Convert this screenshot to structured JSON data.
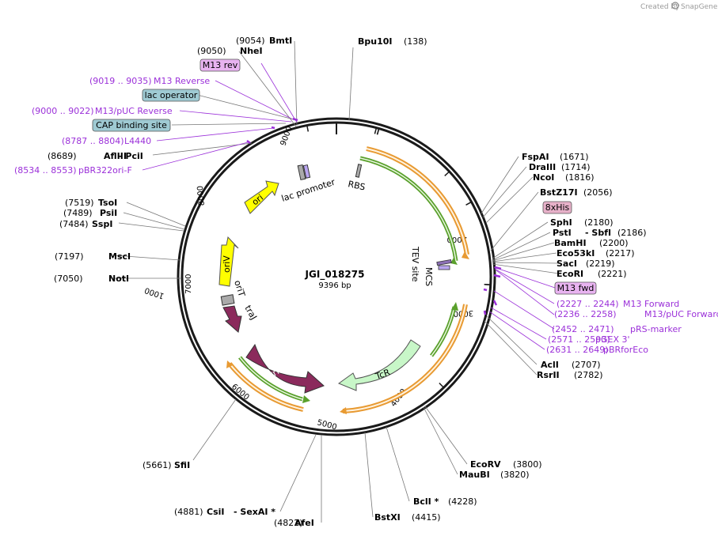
{
  "branding": {
    "created_by": "Created by",
    "app_name": "SnapGene"
  },
  "plasmid": {
    "name": "JGI_018275",
    "length_label": "9396 bp"
  },
  "ticks": [
    "1000",
    "2000",
    "3000",
    "4000",
    "5000",
    "6000",
    "7000",
    "8000",
    "9000"
  ],
  "sites": [
    {
      "name": "Bpu10I",
      "pos": "(138)"
    },
    {
      "name": "FspAI",
      "pos": "(1671)"
    },
    {
      "name": "DraIII",
      "pos": "(1714)"
    },
    {
      "name": "NcoI",
      "pos": "(1816)"
    },
    {
      "name": "BstZ17I",
      "pos": "(2056)"
    },
    {
      "name": "SphI",
      "pos": "(2180)"
    },
    {
      "name": "PstI",
      "extra": "- SbfI",
      "pos": "(2186)"
    },
    {
      "name": "BamHI",
      "pos": "(2200)"
    },
    {
      "name": "Eco53kI",
      "pos": "(2217)"
    },
    {
      "name": "SacI",
      "pos": "(2219)"
    },
    {
      "name": "EcoRI",
      "pos": "(2221)"
    },
    {
      "name": "AclI",
      "pos": "(2707)"
    },
    {
      "name": "RsrII",
      "pos": "(2782)"
    },
    {
      "name": "EcoRV",
      "pos": "(3800)"
    },
    {
      "name": "MauBI",
      "pos": "(3820)"
    },
    {
      "name": "BclI *",
      "pos": "(4228)"
    },
    {
      "name": "BstXI",
      "pos": "(4415)"
    },
    {
      "name": "AfeI",
      "pos": "(4822)"
    },
    {
      "name": "CsiI",
      "extra": "- SexAI *",
      "pos": "(4881)"
    },
    {
      "name": "SfiI",
      "pos": "(5661)"
    },
    {
      "name": "NotI",
      "pos": "(7050)"
    },
    {
      "name": "MscI",
      "pos": "(7197)"
    },
    {
      "name": "SspI",
      "pos": "(7484)"
    },
    {
      "name": "PsiI",
      "pos": "(7489)"
    },
    {
      "name": "TsoI",
      "pos": "(7519)"
    },
    {
      "name": "AflIII",
      "extra": "- PciI",
      "pos": "(8689)"
    },
    {
      "name": "NheI",
      "pos": "(9050)"
    },
    {
      "name": "BmtI",
      "pos": "(9054)"
    }
  ],
  "primers": [
    {
      "name": "M13 Reverse",
      "range": "(9019 .. 9035)"
    },
    {
      "name": "M13/pUC Reverse",
      "range": "(9000 .. 9022)"
    },
    {
      "name": "L4440",
      "range": "(8787 .. 8804)"
    },
    {
      "name": "pBR322ori-F",
      "range": "(8534 .. 8553)"
    },
    {
      "name": "M13 Forward",
      "range": "(2227 .. 2244)"
    },
    {
      "name": "M13/pUC Forward",
      "range": "(2236 .. 2258)"
    },
    {
      "name": "pRS-marker",
      "range": "(2452 .. 2471)"
    },
    {
      "name": "pGEX 3'",
      "range": "(2571 .. 2593)"
    },
    {
      "name": "pBRforEco",
      "range": "(2631 .. 2649)"
    }
  ],
  "boxed_labels": {
    "m13_rev": "M13 rev",
    "lac_operator": "lac operator",
    "cap_binding_site": "CAP binding site",
    "his8": "8xHis",
    "m13_fwd": "M13 fwd"
  },
  "features": {
    "ori": "ori",
    "lac_promoter": "lac promoter",
    "rbs": "RBS",
    "tev_site": "TEV site",
    "mcs": "MCS",
    "oriV": "oriV",
    "oriT": "oriT",
    "traJ": "traJ",
    "trfA": "trfA",
    "TcR": "TcR"
  },
  "colors": {
    "backbone": "#1a1a1a",
    "ori": "#ffff00",
    "trfA": "#8b2a5c",
    "TcR": "#c8f7c8",
    "orf_orange": "#e89a32",
    "orf_green": "#5aa02c",
    "primer": "#9b30d9",
    "regulatory_box": "#9fcad3",
    "primer_box": "#e8b3f0",
    "his_box": "#e6b0c8"
  }
}
